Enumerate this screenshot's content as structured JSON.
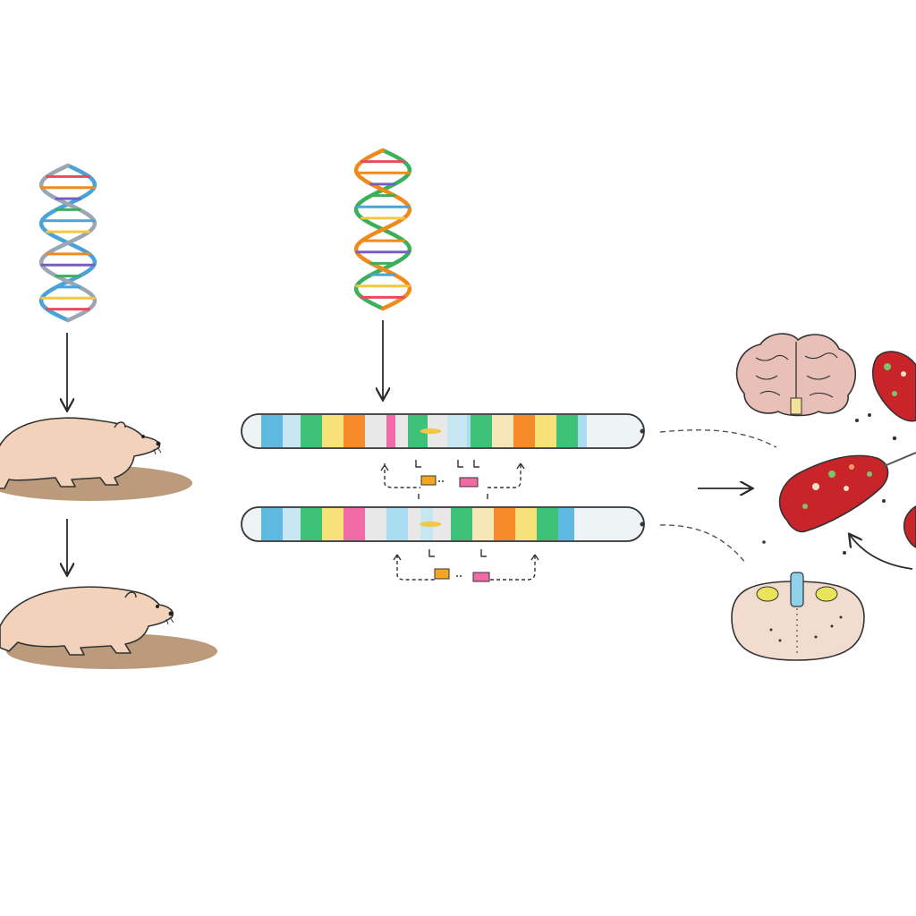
{
  "colors": {
    "background": "#ffffff",
    "outline": "#333333",
    "arrow": "#2a2a2a",
    "dna_strand_left": [
      "#4aa3d8",
      "#9aa7b3"
    ],
    "dna_strand_middle": [
      "#3bb05a",
      "#f08a1c"
    ],
    "base_pairs": [
      "#f2c744",
      "#e84a5f",
      "#f08a1c",
      "#7a5cc7",
      "#3bb05a",
      "#4aa3d8"
    ],
    "rodent_body": "#f3d2bb",
    "soil": "#b08a66",
    "chromosome_bands": [
      "#8fcbe8",
      "#5fb8e0",
      "#c6e6f2",
      "#3ec27a",
      "#f7e27a",
      "#f58a2a",
      "#f6e6b8",
      "#f06aa6",
      "#e8e8e8",
      "#a9dcef"
    ],
    "marker_orange": "#f5a623",
    "marker_pink": "#f06aa6",
    "brain": "#e9c0b8",
    "red_cell": "#c8242a",
    "spinal_section": "#f2dcd0",
    "spinal_spots": "#eae45a",
    "spinal_canal": "#8fd0ea"
  },
  "diagram": {
    "panels": [
      {
        "id": "dna-helix-left",
        "icon": "dna-icon"
      },
      {
        "id": "dna-helix-middle",
        "icon": "dna-icon"
      },
      {
        "id": "rodent-top",
        "icon": "mole-rat-icon"
      },
      {
        "id": "rodent-bottom",
        "icon": "mole-rat-icon"
      },
      {
        "id": "chromosome-top",
        "icon": "chromosome-icon"
      },
      {
        "id": "chromosome-bottom",
        "icon": "chromosome-icon"
      },
      {
        "id": "brain",
        "icon": "brain-icon"
      },
      {
        "id": "red-cells",
        "icon": "blood-cell-icon"
      },
      {
        "id": "spinal-cross-section",
        "icon": "spinal-cord-icon"
      }
    ]
  }
}
